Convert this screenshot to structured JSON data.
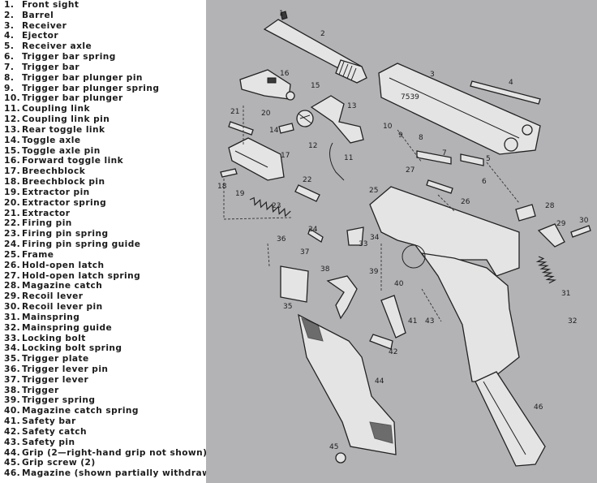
{
  "legend": [
    {
      "num": "1.",
      "label": "Front sight"
    },
    {
      "num": "2.",
      "label": "Barrel"
    },
    {
      "num": "3.",
      "label": "Receiver"
    },
    {
      "num": "4.",
      "label": "Ejector"
    },
    {
      "num": "5.",
      "label": "Receiver axle"
    },
    {
      "num": "6.",
      "label": "Trigger bar spring"
    },
    {
      "num": "7.",
      "label": "Trigger bar"
    },
    {
      "num": "8.",
      "label": "Trigger bar plunger pin"
    },
    {
      "num": "9.",
      "label": "Trigger bar plunger spring"
    },
    {
      "num": "10.",
      "label": "Trigger bar plunger"
    },
    {
      "num": "11.",
      "label": "Coupling link"
    },
    {
      "num": "12.",
      "label": "Coupling link pin"
    },
    {
      "num": "13.",
      "label": "Rear toggle link"
    },
    {
      "num": "14.",
      "label": "Toggle axle"
    },
    {
      "num": "15.",
      "label": "Toggle axle pin"
    },
    {
      "num": "16.",
      "label": "Forward toggle link"
    },
    {
      "num": "17.",
      "label": "Breechblock"
    },
    {
      "num": "18.",
      "label": "Breechblock pin"
    },
    {
      "num": "19.",
      "label": "Extractor pin"
    },
    {
      "num": "20.",
      "label": "Extractor spring"
    },
    {
      "num": "21.",
      "label": "Extractor"
    },
    {
      "num": "22.",
      "label": "Firing pin"
    },
    {
      "num": "23.",
      "label": "Firing pin spring"
    },
    {
      "num": "24.",
      "label": "Firing pin spring guide"
    },
    {
      "num": "25.",
      "label": "Frame"
    },
    {
      "num": "26.",
      "label": "Hold-open latch"
    },
    {
      "num": "27.",
      "label": "Hold-open latch spring"
    },
    {
      "num": "28.",
      "label": "Magazine catch"
    },
    {
      "num": "29.",
      "label": "Recoil lever"
    },
    {
      "num": "30.",
      "label": "Recoil lever pin"
    },
    {
      "num": "31.",
      "label": "Mainspring"
    },
    {
      "num": "32.",
      "label": "Mainspring guide"
    },
    {
      "num": "33.",
      "label": "Locking bolt"
    },
    {
      "num": "34.",
      "label": "Locking bolt spring"
    },
    {
      "num": "35.",
      "label": "Trigger plate"
    },
    {
      "num": "36.",
      "label": "Trigger lever pin"
    },
    {
      "num": "37.",
      "label": "Trigger lever"
    },
    {
      "num": "38.",
      "label": "Trigger"
    },
    {
      "num": "39.",
      "label": "Trigger spring"
    },
    {
      "num": "40.",
      "label": "Magazine catch spring"
    },
    {
      "num": "41.",
      "label": "Safety bar"
    },
    {
      "num": "42.",
      "label": "Safety catch"
    },
    {
      "num": "43.",
      "label": "Safety pin"
    },
    {
      "num": "44.",
      "label": "Grip (2—right-hand grip not shown)"
    },
    {
      "num": "45.",
      "label": "Grip screw (2)"
    },
    {
      "num": "46.",
      "label": "Magazine (shown partially withdrawn)"
    }
  ],
  "callouts": [
    "1",
    "2",
    "3",
    "4",
    "5",
    "6",
    "7",
    "8",
    "9",
    "10",
    "11",
    "12",
    "13",
    "14",
    "15",
    "16",
    "17",
    "18",
    "19",
    "20",
    "21",
    "22",
    "23",
    "24",
    "25",
    "26",
    "27",
    "28",
    "29",
    "30",
    "31",
    "32",
    "33",
    "34",
    "35",
    "36",
    "37",
    "38",
    "39",
    "40",
    "41",
    "42",
    "43",
    "44",
    "45",
    "46"
  ],
  "drawing_background": "#b3b3b6",
  "model_marking": "7539"
}
